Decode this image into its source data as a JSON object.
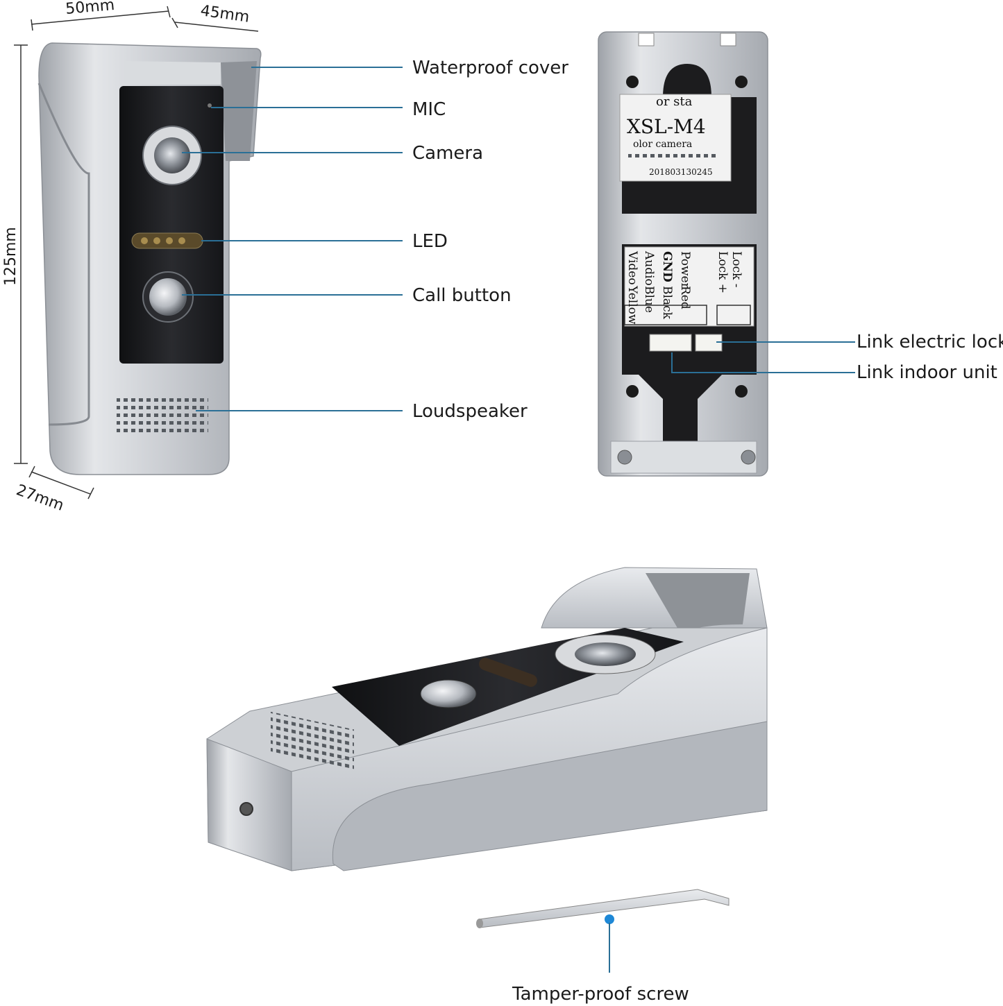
{
  "dimensions": {
    "width": "50mm",
    "depth": "45mm",
    "height": "125mm",
    "thickness": "27mm"
  },
  "front_labels": {
    "waterproof_cover": "Waterproof cover",
    "mic": "MIC",
    "camera": "Camera",
    "led": "LED",
    "call_button": "Call button",
    "loudspeaker": "Loudspeaker"
  },
  "back_labels": {
    "electric_lock": "Link electric lock",
    "indoor_unit": "Link indoor unit"
  },
  "bottom_labels": {
    "screw": "Tamper-proof screw"
  },
  "sticker": {
    "top": "or sta",
    "model": "XSL-M4",
    "subtitle": "olor camera",
    "serial": "201803130245"
  },
  "terminals": {
    "video": "Video",
    "video_color": "Yellow",
    "audio": "Audio",
    "audio_color": "Blue",
    "gnd": "GND",
    "gnd_color": "Black",
    "power": "Power",
    "power_color": "Red",
    "lock_plus": "Lock +",
    "lock_minus": "Lock -"
  },
  "colors": {
    "leader": "#2a6f96",
    "metal": "#c9ccd1",
    "panel": "#1e1f22"
  }
}
